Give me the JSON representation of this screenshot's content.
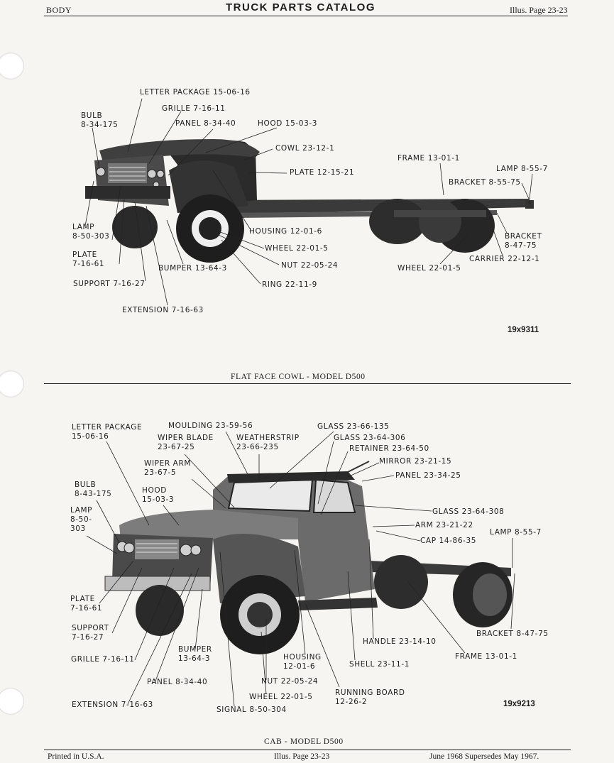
{
  "header": {
    "left": "BODY",
    "title": "TRUCK PARTS CATALOG",
    "right": "Illus. Page 23-23"
  },
  "figure1": {
    "caption": "FLAT FACE COWL - MODEL D500",
    "ref_number": "19x9311",
    "labels": {
      "letter_package": "LETTER PACKAGE 15-06-16",
      "grille": "GRILLE 7-16-11",
      "bulb": "BULB\n8-34-175",
      "panel": "PANEL 8-34-40",
      "hood": "HOOD 15-03-3",
      "cowl": "COWL 23-12-1",
      "plate_cowl": "PLATE 12-15-21",
      "frame": "FRAME 13-01-1",
      "lamp_rear": "LAMP 8-55-7",
      "bracket_rear": "BRACKET 8-55-75",
      "bracket_lower": "BRACKET\n8-47-75",
      "carrier": "CARRIER 22-12-1",
      "wheel_rear": "WHEEL 22-01-5",
      "lamp_front": "LAMP\n8-50-303",
      "plate_front": "PLATE\n7-16-61",
      "support": "SUPPORT 7-16-27",
      "extension": "EXTENSION 7-16-63",
      "bumper": "BUMPER 13-64-3",
      "housing": "HOUSING 12-01-6",
      "wheel_front": "WHEEL 22-01-5",
      "nut": "NUT 22-05-24",
      "ring": "RING 22-11-9"
    }
  },
  "figure2": {
    "caption": "CAB - MODEL D500",
    "ref_number": "19x9213",
    "labels": {
      "letter_package": "LETTER PACKAGE\n15-06-16",
      "moulding": "MOULDING 23-59-56",
      "wiper_blade": "WIPER BLADE\n23-67-25",
      "weatherstrip": "WEATHERSTRIP\n23-66-235",
      "glass_top": "GLASS 23-66-135",
      "glass_vent": "GLASS 23-64-306",
      "retainer": "RETAINER 23-64-50",
      "mirror": "MIRROR 23-21-15",
      "panel_cab": "PANEL 23-34-25",
      "wiper_arm": "WIPER ARM\n23-67-5",
      "bulb": "BULB\n8-43-175",
      "hood": "HOOD\n15-03-3",
      "lamp_front": "LAMP\n8-50-\n303",
      "glass_door": "GLASS 23-64-308",
      "arm": "ARM 23-21-22",
      "cap": "CAP 14-86-35",
      "lamp_rear": "LAMP 8-55-7",
      "plate": "PLATE\n7-16-61",
      "support": "SUPPORT\n7-16-27",
      "grille": "GRILLE 7-16-11",
      "bumper": "BUMPER\n13-64-3",
      "panel_lower": "PANEL 8-34-40",
      "extension": "EXTENSION 7-16-63",
      "signal": "SIGNAL 8-50-304",
      "wheel": "WHEEL 22-01-5",
      "nut": "NUT 22-05-24",
      "housing": "HOUSING\n12-01-6",
      "running_board": "RUNNING BOARD\n12-26-2",
      "shell": "SHELL 23-11-1",
      "handle": "HANDLE 23-14-10",
      "bracket": "BRACKET 8-47-75",
      "frame": "FRAME 13-01-1"
    }
  },
  "footer": {
    "left": "Printed in U.S.A.",
    "center": "Illus. Page 23-23",
    "right": "June 1968 Supersedes May 1967."
  }
}
